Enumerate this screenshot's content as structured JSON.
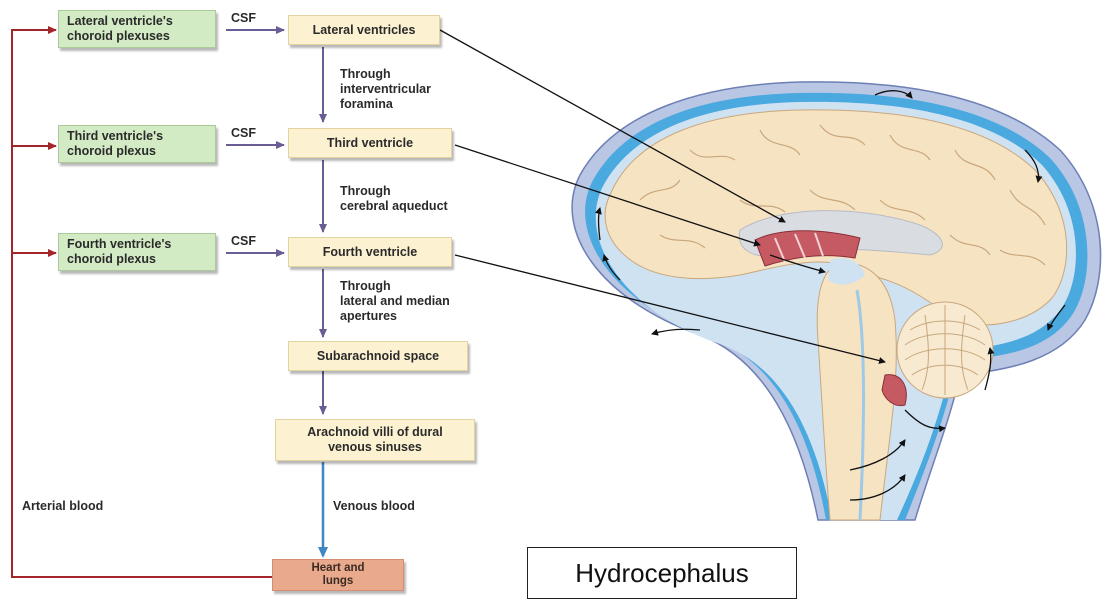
{
  "sources": [
    {
      "id": "lateral",
      "text": "Lateral ventricle's\nchoroid plexuses"
    },
    {
      "id": "third",
      "text": "Third ventricle's\nchoroid plexus"
    },
    {
      "id": "fourth",
      "text": "Fourth ventricle's\nchoroid plexus"
    }
  ],
  "csf_label": "CSF",
  "flow": {
    "lateral_ventricles": "Lateral ventricles",
    "third_ventricle": "Third ventricle",
    "fourth_ventricle": "Fourth ventricle",
    "subarachnoid_space": "Subarachnoid space",
    "arachnoid_villi": "Arachnoid villi of dural\nvenous sinuses",
    "heart_and_lungs": "Heart and\nlungs"
  },
  "connectors": {
    "through_1": "Through\ninterventricular\nforamina",
    "through_2": "Through\ncerebral aqueduct",
    "through_3": "Through\nlateral and median\napertures",
    "venous_blood": "Venous blood",
    "arterial_blood": "Arterial blood"
  },
  "title": "Hydrocephalus",
  "colors": {
    "source_fill": "#d3ebc4",
    "flow_fill": "#fcf2d2",
    "heart_fill": "#e9a98c",
    "csf_arrow": "#6a5c94",
    "arterial_line": "#a3262a",
    "venous_arrow": "#3f86c4",
    "brain_tissue": "#f6e3c2",
    "csf_blue": "#3ea6de",
    "meninges": "#8ea3cf"
  }
}
